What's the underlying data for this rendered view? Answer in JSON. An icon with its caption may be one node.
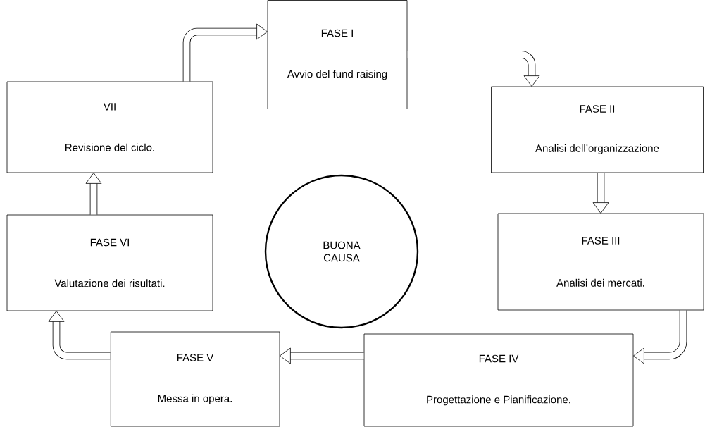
{
  "diagram": {
    "nodes": [
      {
        "text": [
          "FASE I",
          "Avvio del fund raising"
        ]
      },
      {
        "text": [
          "FASE II",
          "Analisi dell’organizzazione"
        ]
      },
      {
        "text": [
          "FASE III",
          "Analisi dei mercati."
        ]
      },
      {
        "text": [
          "FASE IV",
          "Progettazione e Pianificazione."
        ]
      },
      {
        "text": [
          "FASE V",
          "Messa in opera."
        ]
      },
      {
        "text": [
          "FASE VI",
          "Valutazione dei risultati."
        ]
      },
      {
        "text": [
          "VII",
          "Revisione del ciclo."
        ]
      },
      {
        "text": [
          "BUONA CAUSA"
        ]
      }
    ],
    "edges": [
      {
        "from": 0,
        "to": 1,
        "arrow": "to"
      },
      {
        "from": 1,
        "to": 2,
        "arrow": "to"
      },
      {
        "from": 2,
        "to": 3,
        "arrow": "to"
      },
      {
        "from": 3,
        "to": 4,
        "arrow": "to"
      },
      {
        "from": 4,
        "to": 5,
        "arrow": "to"
      },
      {
        "from": 5,
        "to": 6,
        "arrow": "to"
      },
      {
        "from": 6,
        "to": 0,
        "arrow": "to"
      }
    ]
  }
}
